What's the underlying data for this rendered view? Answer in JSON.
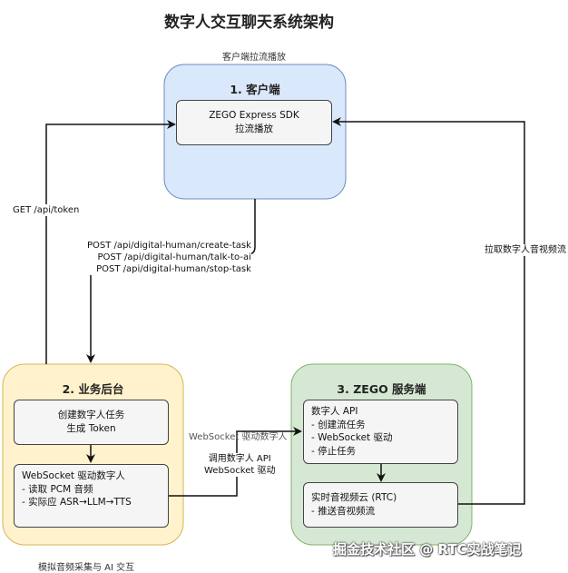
{
  "title": "数字人交互聊天系统架构",
  "client": {
    "caption": "客户端拉流播放",
    "title": "1. 客户端",
    "sdk_line1": "ZEGO Express SDK",
    "sdk_line2": "拉流播放",
    "fill": "#dae8fc",
    "stroke": "#6c8ebf"
  },
  "backend": {
    "title": "2. 业务后台",
    "task_line1": "创建数字人任务",
    "task_line2": "生成 Token",
    "ws_title": "WebSocket 驱动数字人",
    "ws_items": [
      "- 读取 PCM 音频",
      "- 实际应 ASR→LLM→TTS"
    ],
    "caption": "模拟音频采集与 AI 交互",
    "fill": "#fff2cc",
    "stroke": "#d6b656"
  },
  "zego": {
    "title": "3. ZEGO 服务端",
    "api_title": "数字人 API",
    "api_items": [
      "- 创建流任务",
      "- WebSocket 驱动",
      "- 停止任务"
    ],
    "rtc_title": "实时音视频云 (RTC)",
    "rtc_items": [
      "- 推送音视频流"
    ],
    "fill": "#d5e8d4",
    "stroke": "#82b366"
  },
  "edges": {
    "get_token": "GET /api/token",
    "post_lines": [
      "POST /api/digital-human/create-task",
      "POST /api/digital-human/talk-to-ai",
      "POST /api/digital-human/stop-task"
    ],
    "ws_drive": "WebSocket 驱动数字人",
    "call_api_line1": "调用数字人 API",
    "call_api_line2": "WebSocket 驱动",
    "pull_stream": "拉取数字人音视频流"
  },
  "watermark": "掘金技术社区 @ RTC实战笔记"
}
